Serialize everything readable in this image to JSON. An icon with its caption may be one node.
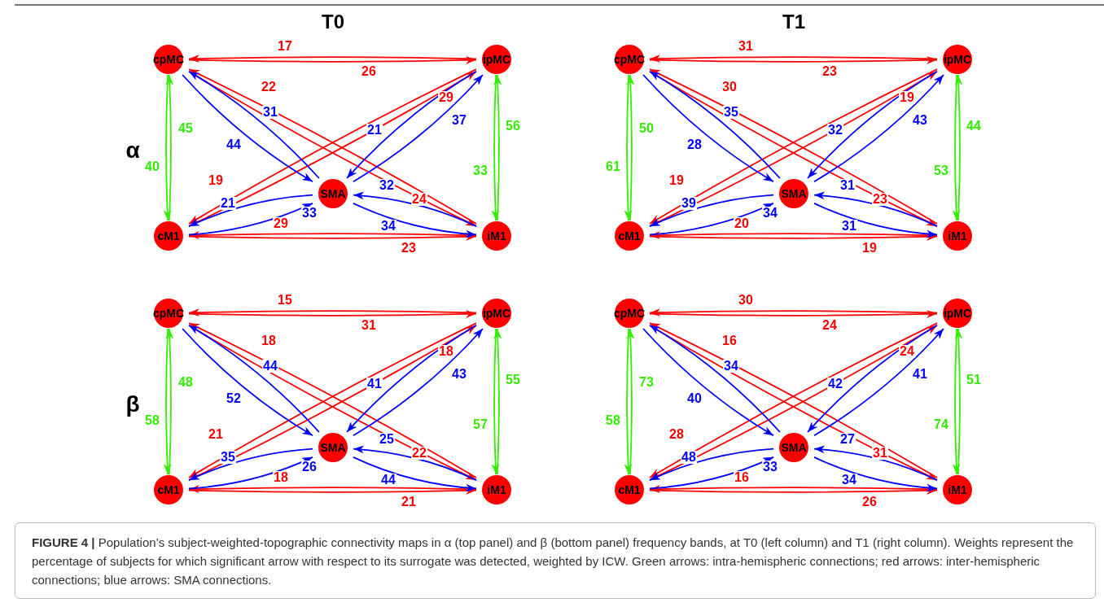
{
  "diagram": {
    "caption": "**FIGURE 4 |** Population’s subject-weighted-topographic connectivity maps in α (top panel) and β (bottom panel) frequency bands, at T0 (left column) and T1 (right column). Weights represent the percentage of subjects for which significant arrow with respect to its surrogate was detected, weighted by ICW. Green arrows: intra-hemispheric connections; red arrows: inter-hemispheric connections; blue arrows: SMA connections.",
    "nodes": [
      {
        "text": [
          "cpMC"
        ]
      },
      {
        "text": [
          "ipMC"
        ]
      },
      {
        "text": [
          "SMA"
        ]
      },
      {
        "text": [
          "cM1"
        ]
      },
      {
        "text": [
          "iM1"
        ]
      },
      {
        "text": [
          "cpMC"
        ]
      },
      {
        "text": [
          "ipMC"
        ]
      },
      {
        "text": [
          "SMA"
        ]
      },
      {
        "text": [
          "cM1"
        ]
      },
      {
        "text": [
          "iM1"
        ]
      },
      {
        "text": [
          "cpMC"
        ]
      },
      {
        "text": [
          "ipMC"
        ]
      },
      {
        "text": [
          "SMA"
        ]
      },
      {
        "text": [
          "cM1"
        ]
      },
      {
        "text": [
          "iM1"
        ]
      },
      {
        "text": [
          "cpMC"
        ]
      },
      {
        "text": [
          "ipMC"
        ]
      },
      {
        "text": [
          "SMA"
        ]
      },
      {
        "text": [
          "cM1"
        ]
      },
      {
        "text": [
          "iM1"
        ]
      }
    ],
    "edges": [
      {
        "from": 1,
        "to": 0,
        "arrow": "to",
        "label": "17",
        "color": "#ff0000"
      },
      {
        "from": 0,
        "to": 1,
        "arrow": "to",
        "label": "26",
        "color": "#ff0000"
      },
      {
        "from": 4,
        "to": 3,
        "arrow": "to",
        "label": "29",
        "color": "#ff0000"
      },
      {
        "from": 3,
        "to": 4,
        "arrow": "to",
        "label": "23",
        "color": "#ff0000"
      },
      {
        "from": 0,
        "to": 3,
        "arrow": "to",
        "label": "40",
        "color": "#33ee00"
      },
      {
        "from": 3,
        "to": 0,
        "arrow": "to",
        "label": "45",
        "color": "#33ee00"
      },
      {
        "from": 1,
        "to": 4,
        "arrow": "to",
        "label": "33",
        "color": "#33ee00"
      },
      {
        "from": 4,
        "to": 1,
        "arrow": "to",
        "label": "56",
        "color": "#33ee00"
      },
      {
        "from": 4,
        "to": 0,
        "arrow": "to",
        "label": "22",
        "color": "#ff0000"
      },
      {
        "from": 0,
        "to": 4,
        "arrow": "to",
        "label": "24",
        "color": "#ff0000"
      },
      {
        "from": 1,
        "to": 3,
        "arrow": "to",
        "label": "19",
        "color": "#ff0000"
      },
      {
        "from": 3,
        "to": 1,
        "arrow": "to",
        "label": "29",
        "color": "#ff0000"
      },
      {
        "from": 2,
        "to": 0,
        "arrow": "to",
        "label": "31",
        "color": "#0000ff"
      },
      {
        "from": 0,
        "to": 2,
        "arrow": "to",
        "label": "44",
        "color": "#0000ff"
      },
      {
        "from": 1,
        "to": 2,
        "arrow": "to",
        "label": "21",
        "color": "#0000ff"
      },
      {
        "from": 2,
        "to": 1,
        "arrow": "to",
        "label": "37",
        "color": "#0000ff"
      },
      {
        "from": 2,
        "to": 3,
        "arrow": "to",
        "label": "21",
        "color": "#0000ff"
      },
      {
        "from": 3,
        "to": 2,
        "arrow": "to",
        "label": "33",
        "color": "#0000ff"
      },
      {
        "from": 4,
        "to": 2,
        "arrow": "to",
        "label": "32",
        "color": "#0000ff"
      },
      {
        "from": 2,
        "to": 4,
        "arrow": "to",
        "label": "34",
        "color": "#0000ff"
      },
      {
        "from": 6,
        "to": 5,
        "arrow": "to",
        "label": "31",
        "color": "#ff0000"
      },
      {
        "from": 5,
        "to": 6,
        "arrow": "to",
        "label": "23",
        "color": "#ff0000"
      },
      {
        "from": 9,
        "to": 8,
        "arrow": "to",
        "label": "20",
        "color": "#ff0000"
      },
      {
        "from": 8,
        "to": 9,
        "arrow": "to",
        "label": "19",
        "color": "#ff0000"
      },
      {
        "from": 5,
        "to": 8,
        "arrow": "to",
        "label": "61",
        "color": "#33ee00"
      },
      {
        "from": 8,
        "to": 5,
        "arrow": "to",
        "label": "50",
        "color": "#33ee00"
      },
      {
        "from": 6,
        "to": 9,
        "arrow": "to",
        "label": "53",
        "color": "#33ee00"
      },
      {
        "from": 9,
        "to": 6,
        "arrow": "to",
        "label": "44",
        "color": "#33ee00"
      },
      {
        "from": 9,
        "to": 5,
        "arrow": "to",
        "label": "30",
        "color": "#ff0000"
      },
      {
        "from": 5,
        "to": 9,
        "arrow": "to",
        "label": "23",
        "color": "#ff0000"
      },
      {
        "from": 6,
        "to": 8,
        "arrow": "to",
        "label": "19",
        "color": "#ff0000"
      },
      {
        "from": 8,
        "to": 6,
        "arrow": "to",
        "label": "19",
        "color": "#ff0000"
      },
      {
        "from": 7,
        "to": 5,
        "arrow": "to",
        "label": "35",
        "color": "#0000ff"
      },
      {
        "from": 5,
        "to": 7,
        "arrow": "to",
        "label": "28",
        "color": "#0000ff"
      },
      {
        "from": 6,
        "to": 7,
        "arrow": "to",
        "label": "32",
        "color": "#0000ff"
      },
      {
        "from": 7,
        "to": 6,
        "arrow": "to",
        "label": "43",
        "color": "#0000ff"
      },
      {
        "from": 7,
        "to": 8,
        "arrow": "to",
        "label": "39",
        "color": "#0000ff"
      },
      {
        "from": 8,
        "to": 7,
        "arrow": "to",
        "label": "34",
        "color": "#0000ff"
      },
      {
        "from": 9,
        "to": 7,
        "arrow": "to",
        "label": "31",
        "color": "#0000ff"
      },
      {
        "from": 7,
        "to": 9,
        "arrow": "to",
        "label": "31",
        "color": "#0000ff"
      },
      {
        "from": 11,
        "to": 10,
        "arrow": "to",
        "label": "15",
        "color": "#ff0000"
      },
      {
        "from": 10,
        "to": 11,
        "arrow": "to",
        "label": "31",
        "color": "#ff0000"
      },
      {
        "from": 14,
        "to": 13,
        "arrow": "to",
        "label": "18",
        "color": "#ff0000"
      },
      {
        "from": 13,
        "to": 14,
        "arrow": "to",
        "label": "21",
        "color": "#ff0000"
      },
      {
        "from": 10,
        "to": 13,
        "arrow": "to",
        "label": "58",
        "color": "#33ee00"
      },
      {
        "from": 13,
        "to": 10,
        "arrow": "to",
        "label": "48",
        "color": "#33ee00"
      },
      {
        "from": 11,
        "to": 14,
        "arrow": "to",
        "label": "57",
        "color": "#33ee00"
      },
      {
        "from": 14,
        "to": 11,
        "arrow": "to",
        "label": "55",
        "color": "#33ee00"
      },
      {
        "from": 14,
        "to": 10,
        "arrow": "to",
        "label": "18",
        "color": "#ff0000"
      },
      {
        "from": 10,
        "to": 14,
        "arrow": "to",
        "label": "22",
        "color": "#ff0000"
      },
      {
        "from": 11,
        "to": 13,
        "arrow": "to",
        "label": "21",
        "color": "#ff0000"
      },
      {
        "from": 13,
        "to": 11,
        "arrow": "to",
        "label": "18",
        "color": "#ff0000"
      },
      {
        "from": 12,
        "to": 10,
        "arrow": "to",
        "label": "44",
        "color": "#0000ff"
      },
      {
        "from": 10,
        "to": 12,
        "arrow": "to",
        "label": "52",
        "color": "#0000ff"
      },
      {
        "from": 11,
        "to": 12,
        "arrow": "to",
        "label": "41",
        "color": "#0000ff"
      },
      {
        "from": 12,
        "to": 11,
        "arrow": "to",
        "label": "43",
        "color": "#0000ff"
      },
      {
        "from": 12,
        "to": 13,
        "arrow": "to",
        "label": "35",
        "color": "#0000ff"
      },
      {
        "from": 13,
        "to": 12,
        "arrow": "to",
        "label": "26",
        "color": "#0000ff"
      },
      {
        "from": 14,
        "to": 12,
        "arrow": "to",
        "label": "25",
        "color": "#0000ff"
      },
      {
        "from": 12,
        "to": 14,
        "arrow": "to",
        "label": "44",
        "color": "#0000ff"
      },
      {
        "from": 16,
        "to": 15,
        "arrow": "to",
        "label": "30",
        "color": "#ff0000"
      },
      {
        "from": 15,
        "to": 16,
        "arrow": "to",
        "label": "24",
        "color": "#ff0000"
      },
      {
        "from": 19,
        "to": 18,
        "arrow": "to",
        "label": "16",
        "color": "#ff0000"
      },
      {
        "from": 18,
        "to": 19,
        "arrow": "to",
        "label": "26",
        "color": "#ff0000"
      },
      {
        "from": 15,
        "to": 18,
        "arrow": "to",
        "label": "58",
        "color": "#33ee00"
      },
      {
        "from": 18,
        "to": 15,
        "arrow": "to",
        "label": "73",
        "color": "#33ee00"
      },
      {
        "from": 16,
        "to": 19,
        "arrow": "to",
        "label": "74",
        "color": "#33ee00"
      },
      {
        "from": 19,
        "to": 16,
        "arrow": "to",
        "label": "51",
        "color": "#33ee00"
      },
      {
        "from": 19,
        "to": 15,
        "arrow": "to",
        "label": "16",
        "color": "#ff0000"
      },
      {
        "from": 15,
        "to": 19,
        "arrow": "to",
        "label": "31",
        "color": "#ff0000"
      },
      {
        "from": 16,
        "to": 18,
        "arrow": "to",
        "label": "28",
        "color": "#ff0000"
      },
      {
        "from": 18,
        "to": 16,
        "arrow": "to",
        "label": "24",
        "color": "#ff0000"
      },
      {
        "from": 17,
        "to": 15,
        "arrow": "to",
        "label": "34",
        "color": "#0000ff"
      },
      {
        "from": 15,
        "to": 17,
        "arrow": "to",
        "label": "40",
        "color": "#0000ff"
      },
      {
        "from": 16,
        "to": 17,
        "arrow": "to",
        "label": "42",
        "color": "#0000ff"
      },
      {
        "from": 17,
        "to": 16,
        "arrow": "to",
        "label": "41",
        "color": "#0000ff"
      },
      {
        "from": 17,
        "to": 18,
        "arrow": "to",
        "label": "48",
        "color": "#0000ff"
      },
      {
        "from": 18,
        "to": 17,
        "arrow": "to",
        "label": "33",
        "color": "#0000ff"
      },
      {
        "from": 19,
        "to": 17,
        "arrow": "to",
        "label": "27",
        "color": "#0000ff"
      },
      {
        "from": 17,
        "to": 19,
        "arrow": "to",
        "label": "34",
        "color": "#0000ff"
      }
    ],
    "labels": [
      "T0",
      "T1",
      "α",
      "β"
    ]
  }
}
